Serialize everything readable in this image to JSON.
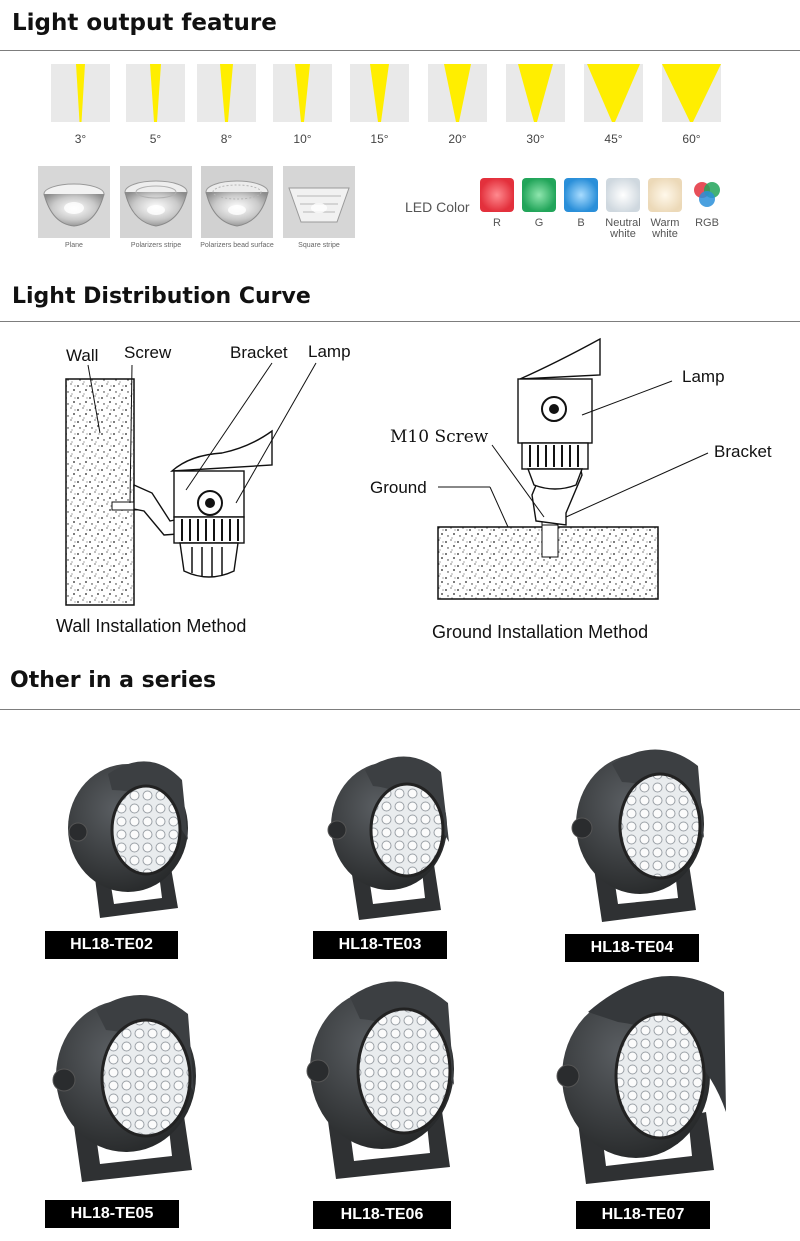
{
  "sections": {
    "light_output": "Light output feature",
    "distribution": "Light Distribution Curve",
    "series": "Other in a series"
  },
  "beam_angles": [
    "3°",
    "5°",
    "8°",
    "10°",
    "15°",
    "20°",
    "30°",
    "45°",
    "60°"
  ],
  "lenses": [
    "Plane",
    "Polarizers stripe",
    "Polarizers bead surface",
    "Square stripe"
  ],
  "led_color": {
    "label": "LED Color",
    "items": [
      {
        "label": "R",
        "color": "#e3303c"
      },
      {
        "label": "G",
        "color": "#22a55a"
      },
      {
        "label": "B",
        "color": "#2a8fd9"
      },
      {
        "label": "Neutral white",
        "color": "#cfd8df"
      },
      {
        "label": "Warm white",
        "color": "#ecd9b8"
      },
      {
        "label": "RGB",
        "color": "#ffffff"
      }
    ]
  },
  "wall_install": {
    "wall": "Wall",
    "screw": "Screw",
    "bracket": "Bracket",
    "lamp": "Lamp",
    "caption": "Wall Installation Method"
  },
  "ground_install": {
    "lamp": "Lamp",
    "screw": "M10 Screw",
    "bracket": "Bracket",
    "ground": "Ground",
    "caption": "Ground Installation Method"
  },
  "products": [
    "HL18-TE02",
    "HL18-TE03",
    "HL18-TE04",
    "HL18-TE05",
    "HL18-TE06",
    "HL18-TE07"
  ],
  "colors": {
    "beam_yellow": "#ffee00",
    "beam_bg": "#e9e9e9",
    "housing": "#3a3d40",
    "rule": "#7d7d7d"
  }
}
